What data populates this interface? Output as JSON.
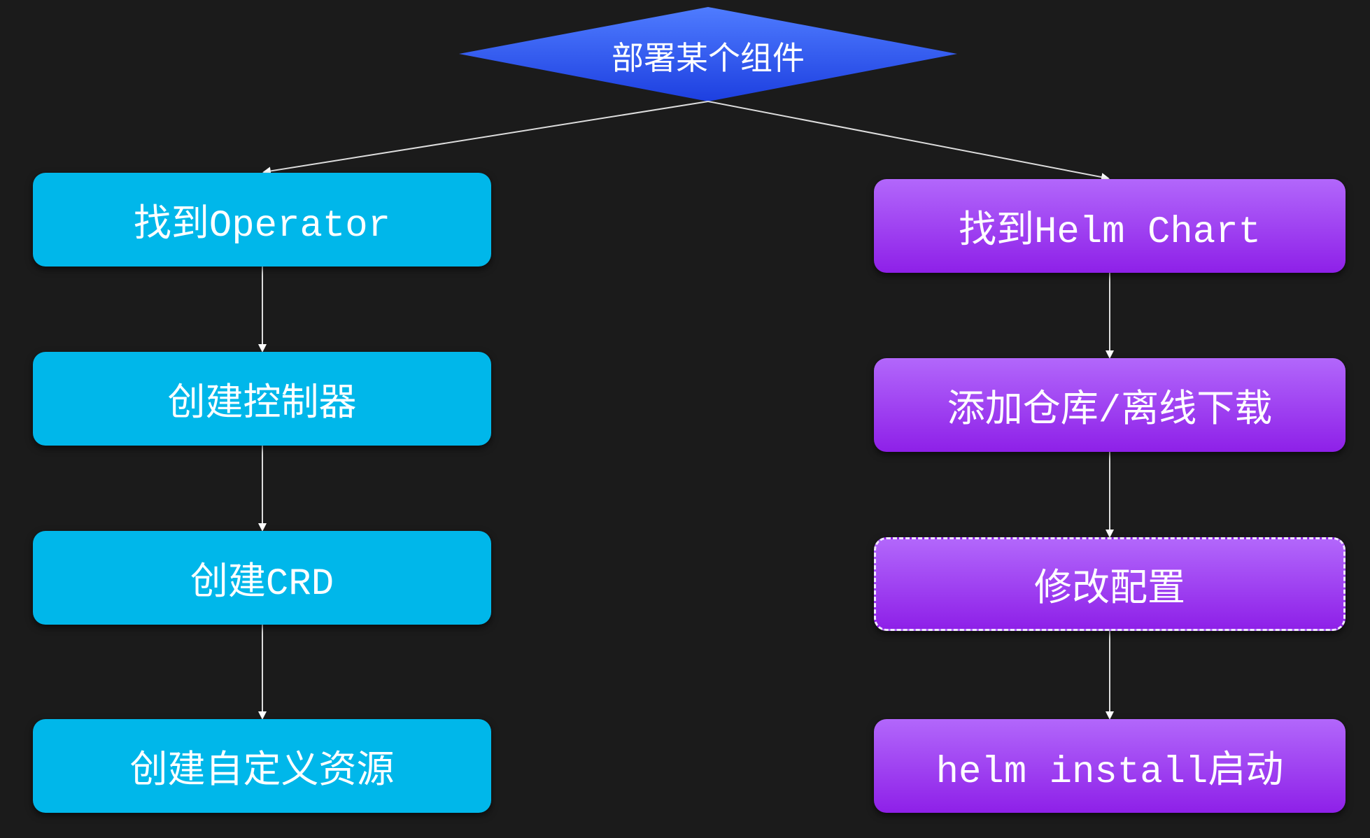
{
  "start": {
    "label": "部署某个组件",
    "color": "#2f5cf0"
  },
  "left_flow": {
    "color": "#00b7ea",
    "steps": [
      "找到Operator",
      "创建控制器",
      "创建CRD",
      "创建自定义资源"
    ]
  },
  "right_flow": {
    "color": "#a040f5",
    "steps": [
      "找到Helm Chart",
      "添加仓库/离线下载",
      "修改配置",
      "helm install启动"
    ]
  }
}
